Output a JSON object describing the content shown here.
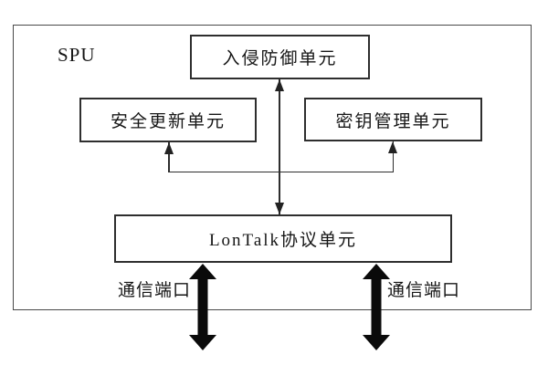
{
  "diagram": {
    "frame_label": "SPU",
    "boxes": {
      "intrusion_prevention": "入侵防御单元",
      "security_update": "安全更新单元",
      "key_management": "密钥管理单元",
      "lontalk_protocol": "LonTalk协议单元"
    },
    "ports": {
      "left_label": "通信端口",
      "right_label": "通信端口"
    },
    "colors": {
      "line": "#2e2e2e",
      "thick_arrow": "#0a0a0a",
      "background": "#ffffff"
    }
  }
}
